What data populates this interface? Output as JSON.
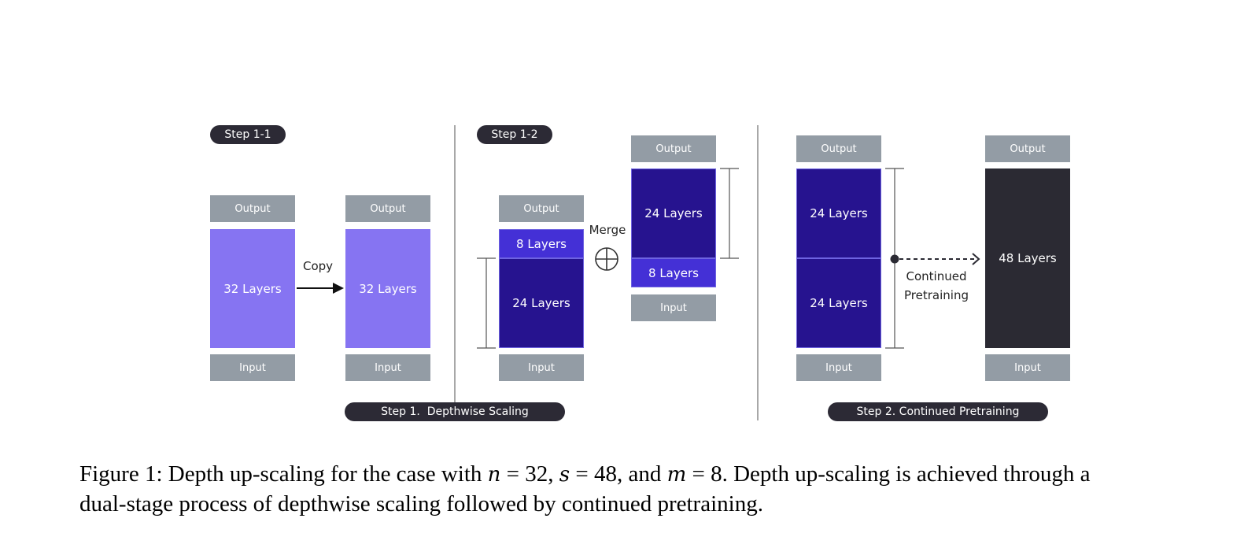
{
  "steps": {
    "step_1_1": "Step 1-1",
    "step_1_2": "Step 1-2",
    "step_1": "Step 1.  Depthwise Scaling",
    "step_2": "Step 2. Continued Pretraining"
  },
  "io": {
    "output": "Output",
    "input": "Input"
  },
  "blocks": {
    "base_32": "32 Layers",
    "copy_32": "32 Layers",
    "top_8": "8 Layers",
    "bottom_24": "24 Layers",
    "upper_24": "24 Layers",
    "lower_8": "8 Layers",
    "merged_top_24": "24 Layers",
    "merged_bottom_24": "24 Layers",
    "final_48": "48 Layers"
  },
  "labels": {
    "copy": "Copy",
    "merge": "Merge",
    "continued_line1": "Continued",
    "continued_line2": "Pretraining"
  },
  "caption": {
    "lead": "Figure 1: Depth up-scaling for the case with ",
    "n": "n",
    "eq_n": " = 32, ",
    "s": "s",
    "eq_s": " = 48, and ",
    "m": "m",
    "eq_m": " = 8. Depth up-scaling is achieved through a",
    "line2": "dual-stage process of depthwise scaling followed by continued pretraining."
  },
  "colors": {
    "light_block": "#8674f2",
    "navy_block": "#26138f",
    "mid_block": "#4430d6",
    "dark_block": "#2b2a33",
    "io_block": "#939ca5",
    "pill": "#2c2a35"
  }
}
